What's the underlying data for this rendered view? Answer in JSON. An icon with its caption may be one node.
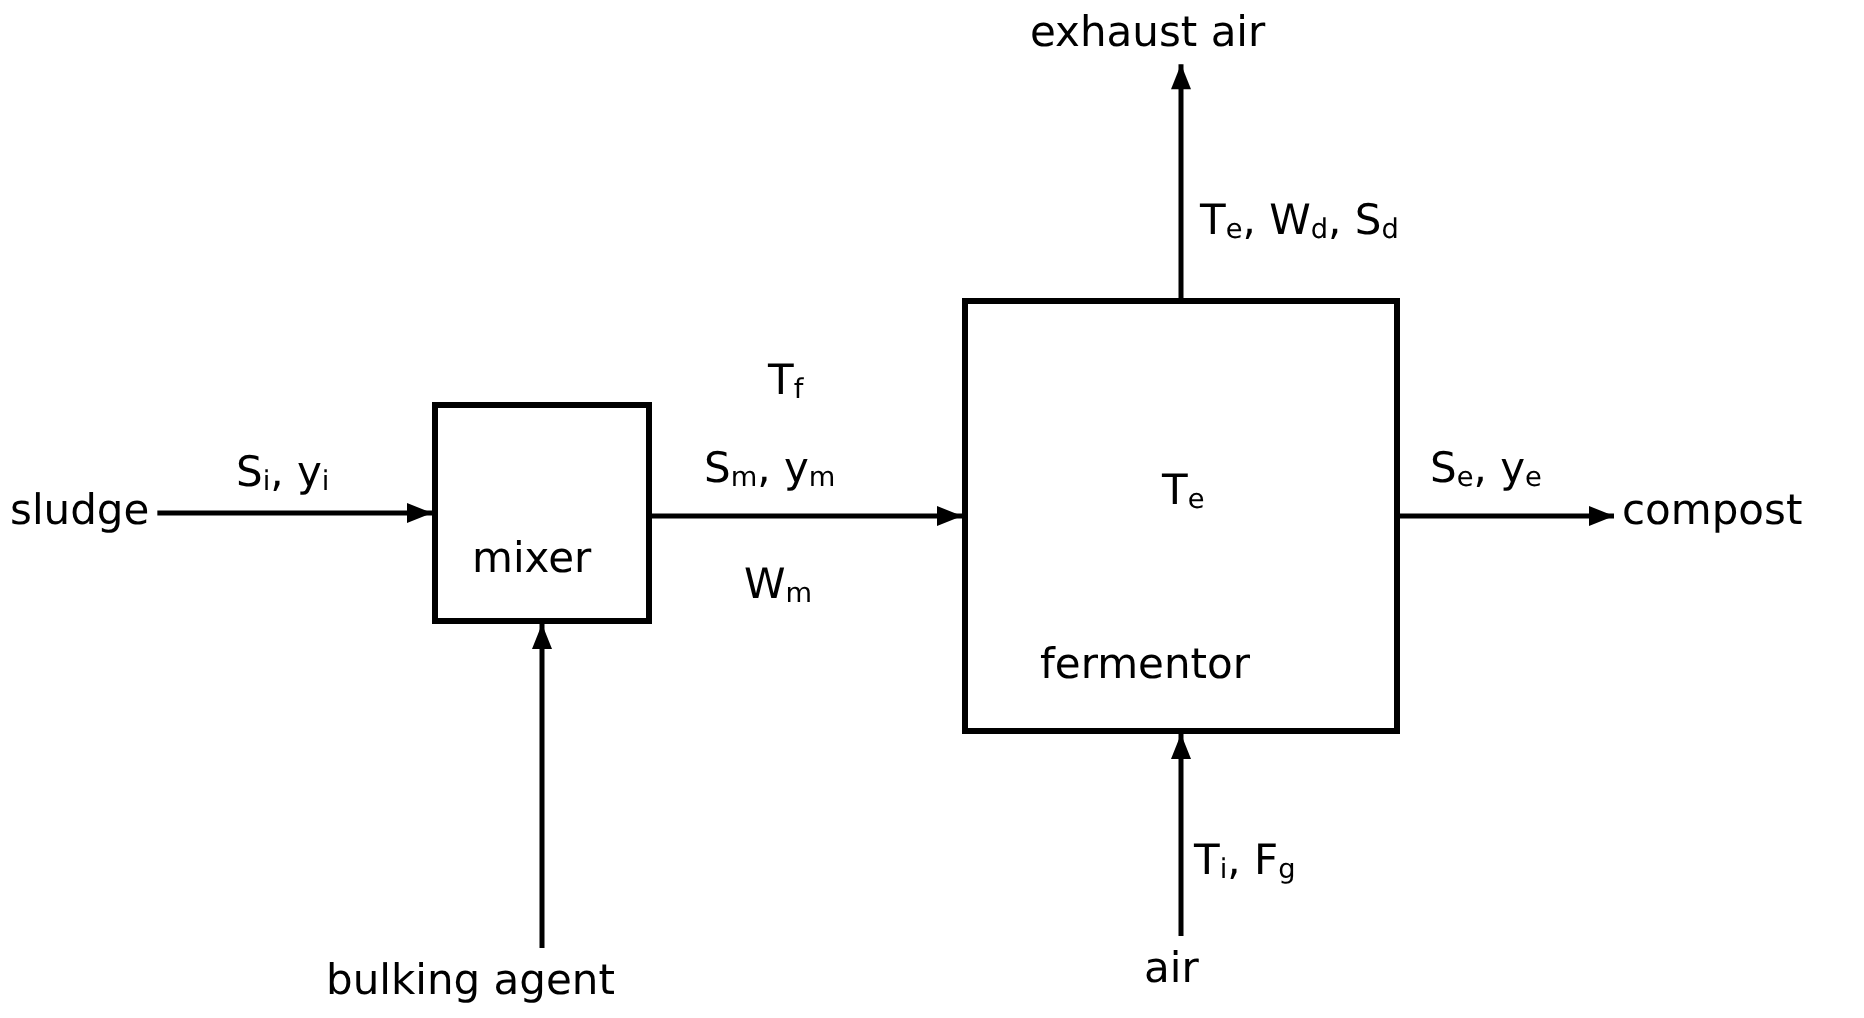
{
  "diagram": {
    "nodes": [
      {
        "text": [
          "sludge"
        ]
      },
      {
        "text": [
          "mixer"
        ]
      },
      {
        "text": [
          "bulking agent"
        ]
      },
      {
        "text": [
          "T$_{e}$",
          "fermentor"
        ]
      },
      {
        "text": [
          "exhaust air"
        ]
      },
      {
        "text": [
          "compost"
        ]
      },
      {
        "text": [
          "air"
        ]
      }
    ],
    "edges": [
      {
        "from": 0,
        "to": 1,
        "arrow": "to",
        "label": "S$_{i}$, y$_{i}$"
      },
      {
        "from": 2,
        "to": 1,
        "arrow": "to"
      },
      {
        "from": 1,
        "to": 3,
        "arrow": "to",
        "label": "S$_{m}$, y$_{m}$"
      },
      {
        "from": 3,
        "to": 4,
        "arrow": "to",
        "label": "T$_{e}$, W$_{d}$, S$_{d}$"
      },
      {
        "from": 3,
        "to": 5,
        "arrow": "to",
        "label": "S$_{e}$, y$_{e}$"
      },
      {
        "from": 6,
        "to": 3,
        "arrow": "to",
        "label": "T$_{i}$, F$_{g}$"
      }
    ],
    "labels": [
      "T$_{f}$",
      "W$_{m}$"
    ]
  }
}
